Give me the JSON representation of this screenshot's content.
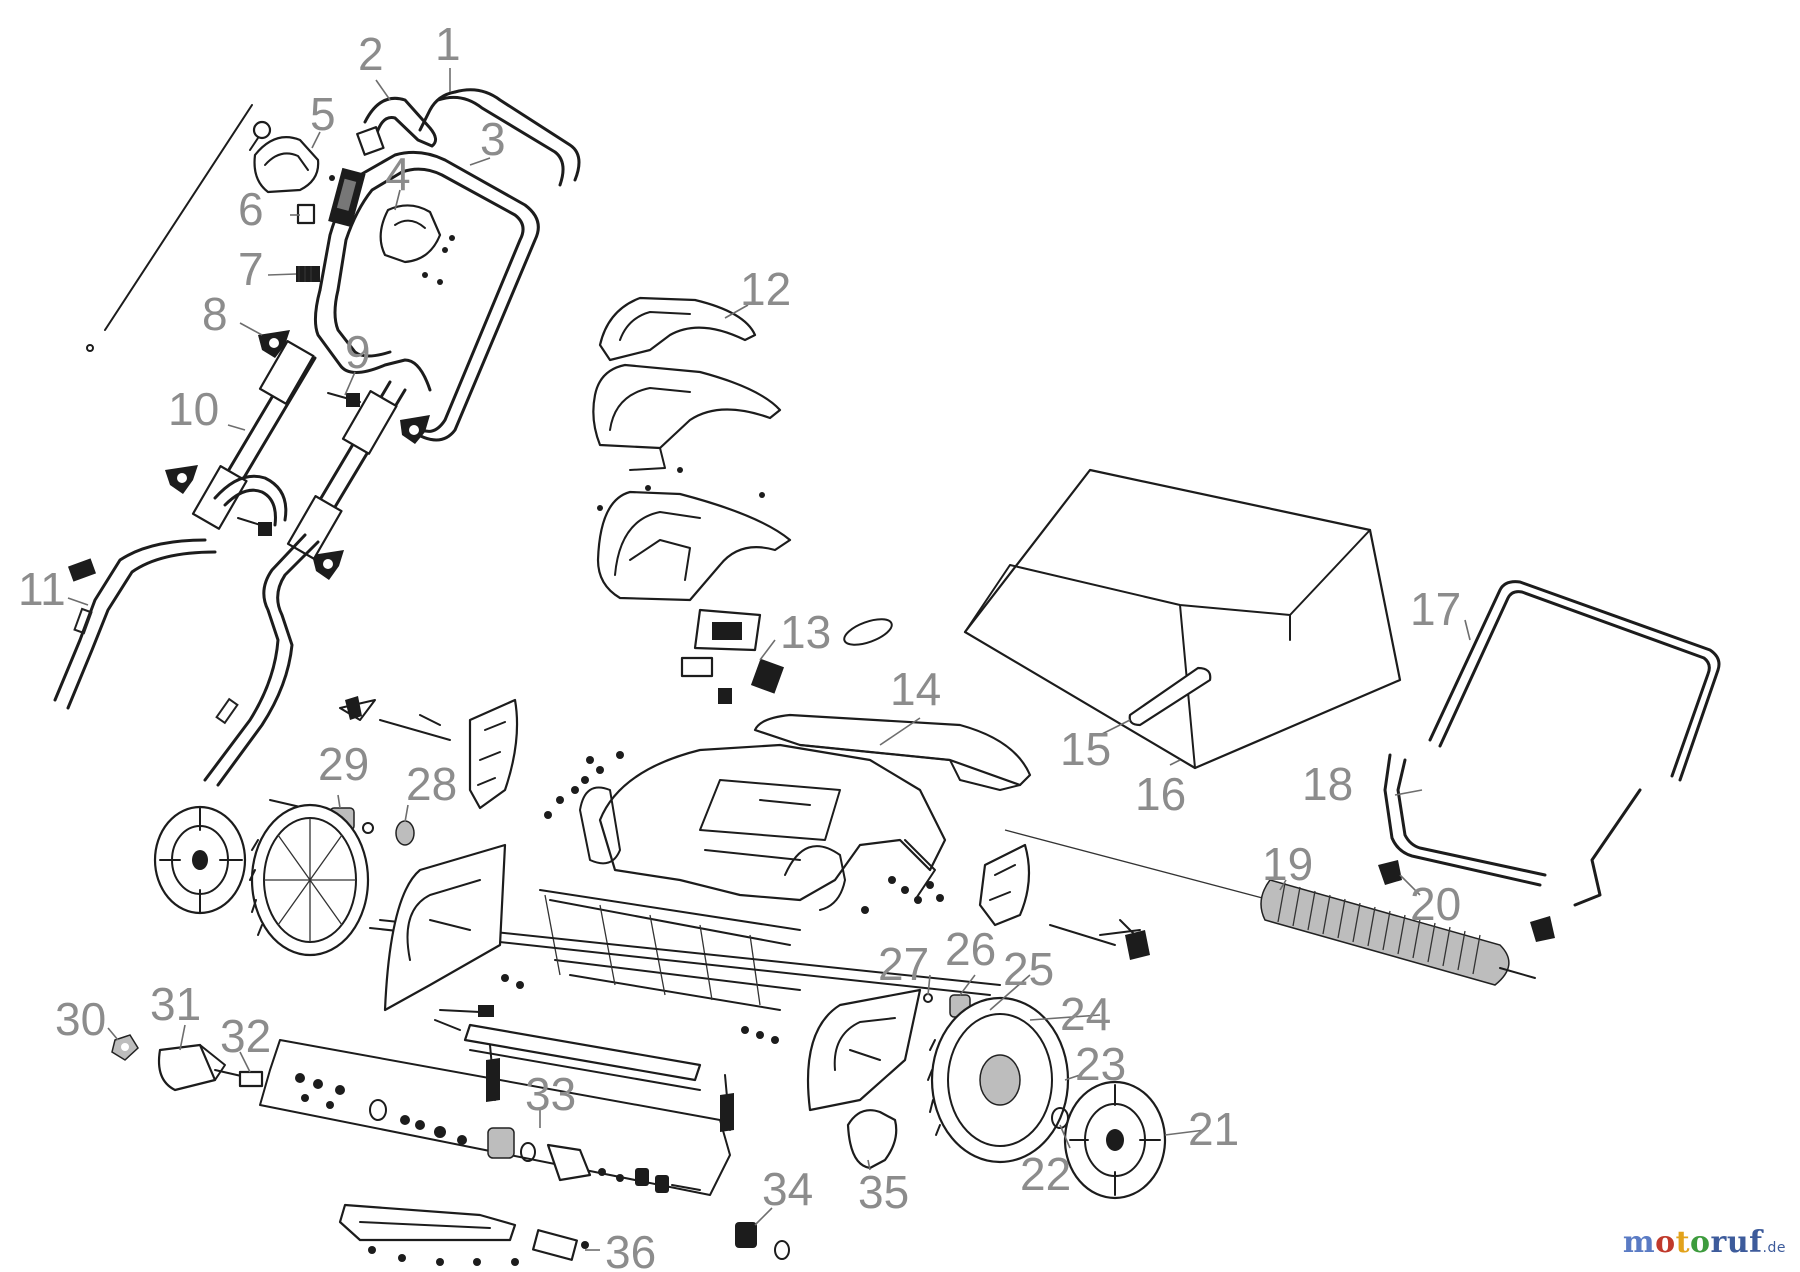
{
  "diagram": {
    "part_numbers": [
      "1",
      "2",
      "3",
      "4",
      "5",
      "6",
      "7",
      "8",
      "9",
      "10",
      "11",
      "12",
      "13",
      "14",
      "15",
      "16",
      "17",
      "18",
      "19",
      "20",
      "21",
      "22",
      "23",
      "24",
      "25",
      "26",
      "27",
      "28",
      "29",
      "30",
      "31",
      "32",
      "33",
      "34",
      "35",
      "36"
    ]
  },
  "watermark": {
    "text": "motoruf",
    "suffix": ".de",
    "colors": {
      "m": "#5a7bc4",
      "o1": "#c0392b",
      "t": "#e2a21b",
      "o2": "#3d9b3d",
      "r": "#3d5b9b",
      "u": "#3d5b9b",
      "f": "#3d5b9b"
    }
  },
  "colors": {
    "line": "#1c1c1c",
    "label": "#8c8c8c"
  }
}
